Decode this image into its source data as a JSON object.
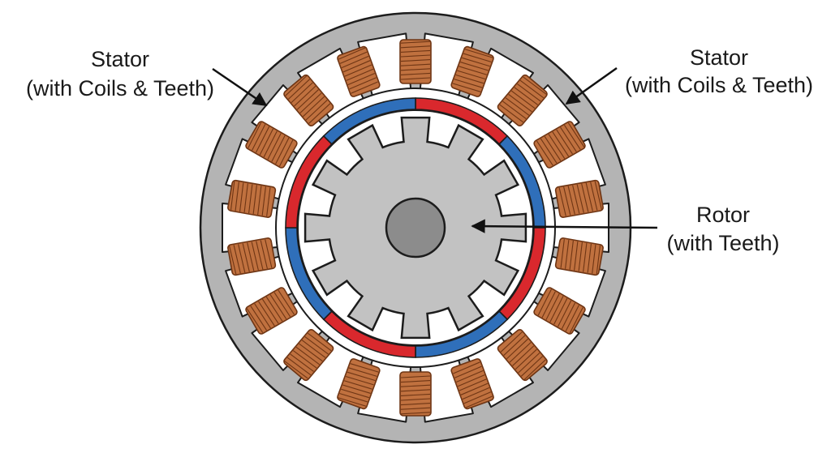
{
  "labels": {
    "stator_left": {
      "line1": "Stator",
      "line2": "(with Coils & Teeth)"
    },
    "stator_right": {
      "line1": "Stator",
      "line2": "(with Coils & Teeth)"
    },
    "rotor": {
      "line1": "Rotor",
      "line2": "(with Teeth)"
    }
  },
  "parts": {
    "stator_slots": 18,
    "rotor_teeth": 12,
    "magnet_segments": 8
  },
  "colors": {
    "stator_body": "#b4b4b4",
    "rotor_body": "#c2c2c2",
    "shaft": "#8c8c8c",
    "coil_copper": "#c0713f",
    "coil_wire": "#6e3514",
    "magnet_north": "#d9282d",
    "magnet_south": "#2f6fba",
    "outline": "#1c1c1c"
  }
}
